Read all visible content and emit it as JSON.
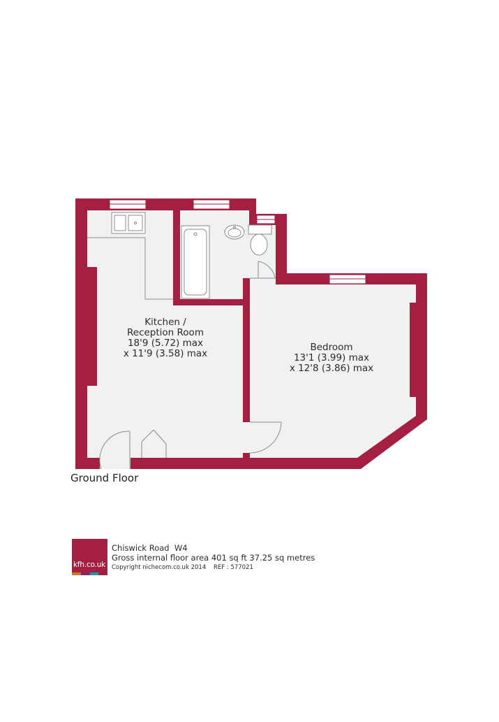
{
  "colors": {
    "wall": "#a51f43",
    "floor": "#f1f1f1",
    "fixture": "#8a8a8a"
  },
  "rooms": {
    "kitchen": {
      "name_line1": "Kitchen /",
      "name_line2": "Reception Room",
      "dim1": "18'9 (5.72) max",
      "dim2": "x 11'9 (3.58) max"
    },
    "bedroom": {
      "name": "Bedroom",
      "dim1": "13'1 (3.99) max",
      "dim2": "x 12'8 (3.86) max"
    }
  },
  "floor_label": "Ground Floor",
  "fixtures": [
    "sink-icon",
    "bathtub-icon",
    "basin-icon",
    "toilet-icon",
    "door-swing-icon",
    "window-icon"
  ],
  "footer": {
    "logo_text": "kfh.co.uk",
    "logo_stripe_colors": [
      "#c97a1e",
      "#7a2a6e",
      "#1c9aa6",
      "#a51f43"
    ],
    "address": "Chiswick Road  W4",
    "area": "Gross internal floor area 401 sq ft 37.25 sq metres",
    "copyright": "Copyright nichecom.co.uk 2014    REF : 577021"
  }
}
